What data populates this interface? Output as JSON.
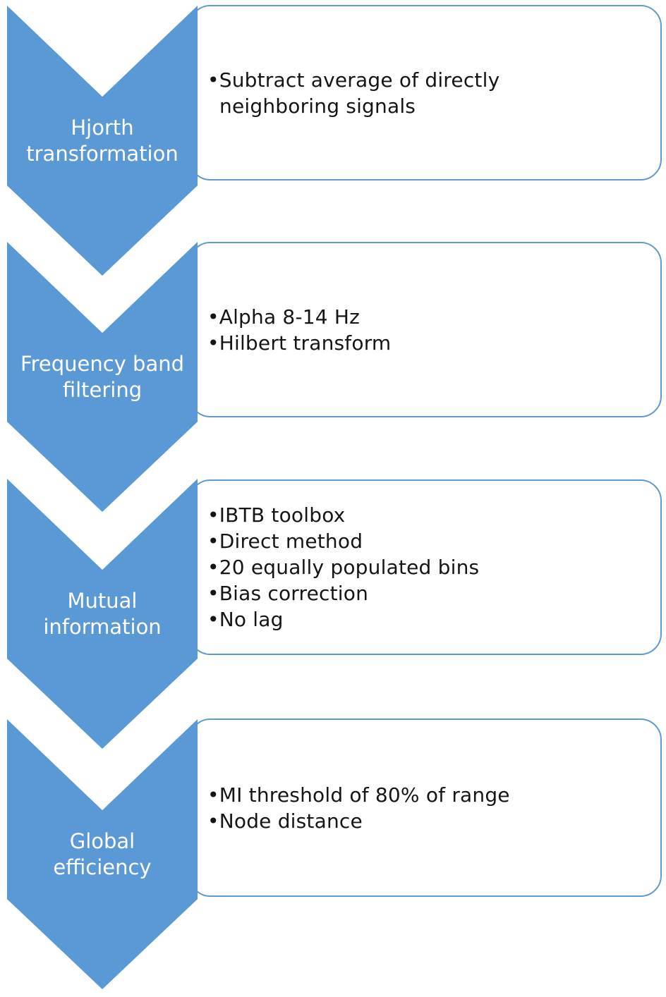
{
  "colors": {
    "chevron_fill": "#5B99D6",
    "panel_border": "#5E9AD3",
    "chevron_text": "#FFFFFF",
    "bullet_text": "#151515",
    "background": "#FFFFFF"
  },
  "steps": [
    {
      "title_lines": [
        "Hjorth",
        "transformation"
      ],
      "bullets": [
        "Subtract average of directly neighboring signals"
      ]
    },
    {
      "title_lines": [
        "Frequency band",
        "filtering"
      ],
      "bullets": [
        "Alpha 8-14 Hz",
        "Hilbert transform"
      ]
    },
    {
      "title_lines": [
        "Mutual",
        "information"
      ],
      "bullets": [
        "IBTB toolbox",
        "Direct method",
        "20 equally populated bins",
        "Bias correction",
        "No lag"
      ]
    },
    {
      "title_lines": [
        "Global",
        "efficiency"
      ],
      "bullets": [
        "MI threshold of 80% of range",
        "Node distance"
      ]
    }
  ]
}
